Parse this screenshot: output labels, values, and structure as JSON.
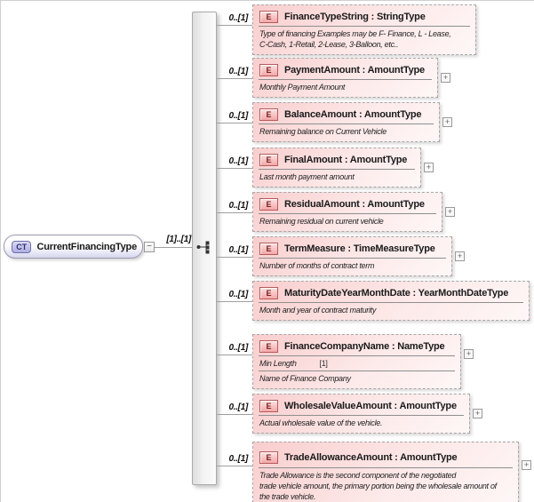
{
  "root": {
    "kind_label": "CT",
    "name": "CurrentFinancingType",
    "cardinality": "[1]..[1]",
    "collapse_label": "−"
  },
  "compositor": {
    "type": "sequence"
  },
  "icons": {
    "plus": "+",
    "element_kind": "E"
  },
  "elements": [
    {
      "title": "FinanceTypeString : StringType",
      "cardinality": "0..[1]",
      "annotation": "Type of financing Examples may be F- Finance, L - Lease,\nC-Cash, 1-Retail, 2-Lease, 3-Balloon, etc.."
    },
    {
      "title": "PaymentAmount : AmountType",
      "cardinality": "0..[1]",
      "annotation": "Monthly Payment Amount"
    },
    {
      "title": "BalanceAmount : AmountType",
      "cardinality": "0..[1]",
      "annotation": "Remaining balance on Current Vehicle"
    },
    {
      "title": "FinalAmount : AmountType",
      "cardinality": "0..[1]",
      "annotation": "Last month payment amount"
    },
    {
      "title": "ResidualAmount : AmountType",
      "cardinality": "0..[1]",
      "annotation": "Remaining residual on current vehicle"
    },
    {
      "title": "TermMeasure : TimeMeasureType",
      "cardinality": "0..[1]",
      "annotation": "Number of months of contract term"
    },
    {
      "title": "MaturityDateYearMonthDate : YearMonthDateType",
      "cardinality": "0..[1]",
      "annotation": "Month and year of contract maturity"
    },
    {
      "title": "FinanceCompanyName : NameType",
      "cardinality": "0..[1]",
      "facet": {
        "label": "Min Length",
        "value": "[1]"
      },
      "annotation": "Name of Finance Company"
    },
    {
      "title": "WholesaleValueAmount : AmountType",
      "cardinality": "0..[1]",
      "annotation": "Actual wholesale value of the vehicle."
    },
    {
      "title": "TradeAllowanceAmount : AmountType",
      "cardinality": "0..[1]",
      "annotation": "Trade Allowance is the second component of the negotiated\ntrade vehicle amount, the primary portion being the wholesale amount of\nthe trade vehicle."
    }
  ]
}
